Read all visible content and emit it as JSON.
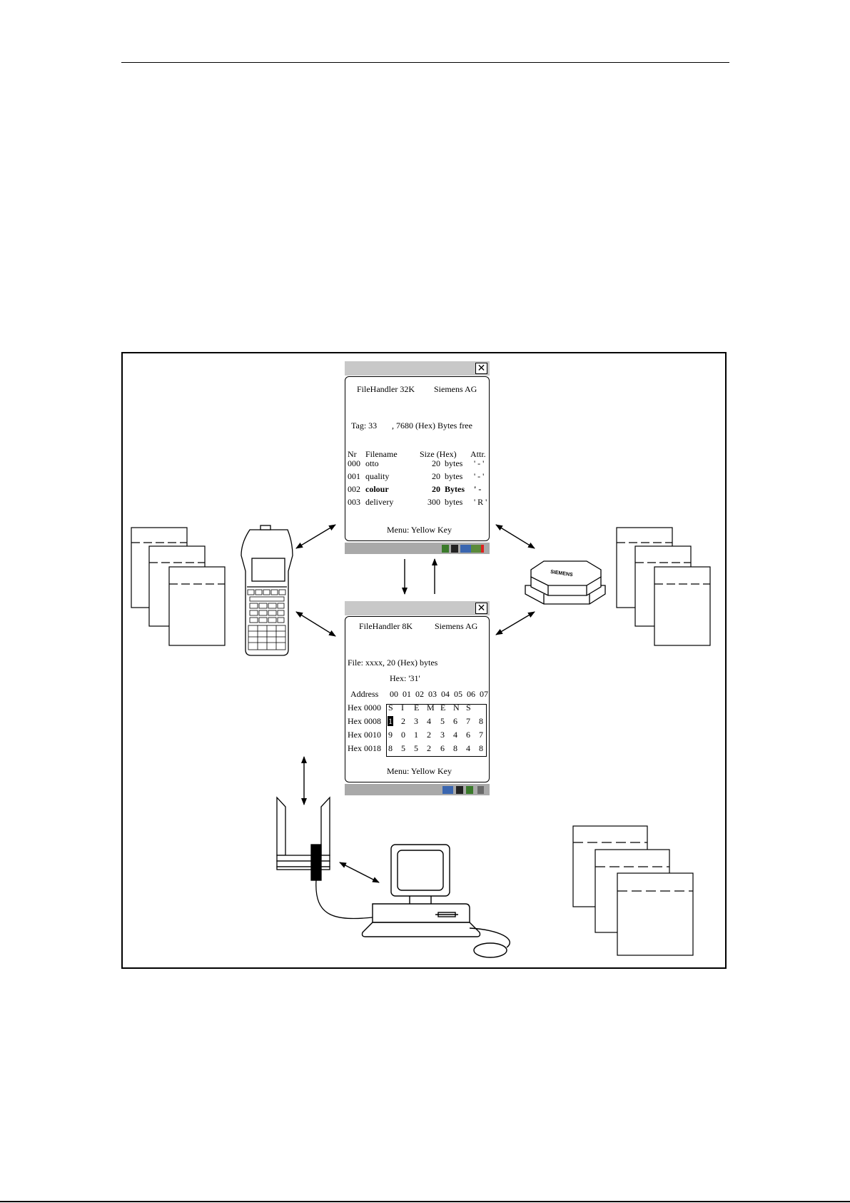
{
  "screen_top": {
    "app_title": "FileHandler  32K",
    "vendor": "Siemens AG",
    "tag_label": "Tag: 33",
    "free_text": ", 7680 (Hex)  Bytes free",
    "columns": {
      "nr": "Nr",
      "filename": "Filename",
      "size": "Size  (Hex)",
      "attr": "Attr."
    },
    "files": [
      {
        "nr": "000",
        "name": "otto",
        "size": "20",
        "unit": "bytes",
        "attr": "' - '"
      },
      {
        "nr": "001",
        "name": "quality",
        "size": "20",
        "unit": "bytes",
        "attr": "' - '"
      },
      {
        "nr": "002",
        "name": "colour",
        "size": "20",
        "unit": "Bytes",
        "attr": "' -"
      },
      {
        "nr": "003",
        "name": "delivery",
        "size": "300",
        "unit": "bytes",
        "attr": "' R '"
      }
    ],
    "menu_hint": "Menu: Yellow Key",
    "close_glyph": "✕"
  },
  "screen_bottom": {
    "app_title": "FileHandler  8K",
    "vendor": "Siemens AG",
    "file_info": "File: xxxx, 20 (Hex) bytes",
    "hex_value": "Hex: '31'",
    "address_label": "Address",
    "col_headers": [
      "00",
      "01",
      "02",
      "03",
      "04",
      "05",
      "06",
      "07"
    ],
    "rows": [
      {
        "addr": "Hex 0000",
        "cells": [
          "S",
          "I",
          "E",
          "M",
          "E",
          "N",
          "S",
          ""
        ]
      },
      {
        "addr": "Hex 0008",
        "cells": [
          "1",
          "2",
          "3",
          "4",
          "5",
          "6",
          "7",
          "8"
        ]
      },
      {
        "addr": "Hex 0010",
        "cells": [
          "9",
          "0",
          "1",
          "2",
          "3",
          "4",
          "6",
          "7"
        ]
      },
      {
        "addr": "Hex 0018",
        "cells": [
          "8",
          "5",
          "5",
          "2",
          "6",
          "8",
          "4",
          "8"
        ]
      }
    ],
    "menu_hint": "Menu: Yellow Key",
    "close_glyph": "✕"
  },
  "reader_brand": "SIEMENS"
}
